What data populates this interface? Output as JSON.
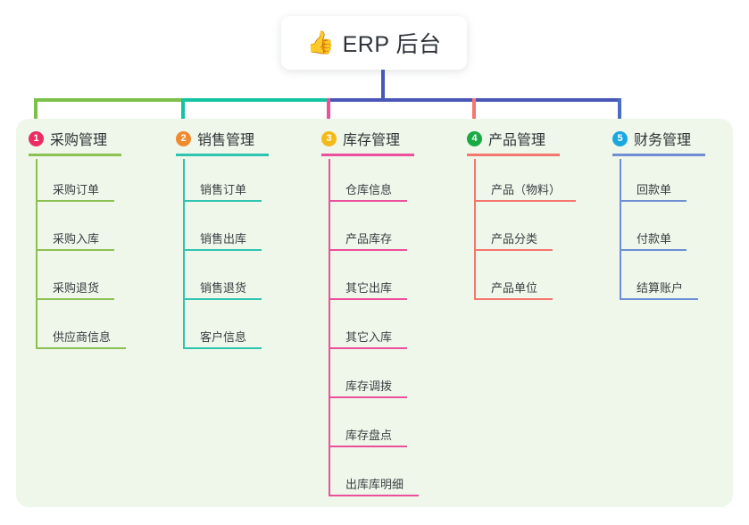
{
  "root": {
    "icon": "thumbs-up-emoji",
    "emoji": "👍",
    "title": "ERP 后台"
  },
  "theme": {
    "page_background": "#ffffff",
    "panel_background": "#eef7e9",
    "root_text": "#2d3238",
    "riser_color": "#4a57b8",
    "trunk_colors": [
      "#7cc04a",
      "#14c3a2",
      "#4a57b8"
    ],
    "drop_colors": [
      "#7cc04a",
      "#14c3a2",
      "#ec4f9b",
      "#f4766e",
      "#4a6cc4"
    ]
  },
  "columns": [
    {
      "index": "1",
      "title": "采购管理",
      "badge_color": "#ec2d62",
      "line_color": "#8cc152",
      "items": [
        "采购订单",
        "采购入库",
        "采购退货",
        "供应商信息"
      ]
    },
    {
      "index": "2",
      "title": "销售管理",
      "badge_color": "#f08a2e",
      "line_color": "#2ec4b0",
      "items": [
        "销售订单",
        "销售出库",
        "销售退货",
        "客户信息"
      ]
    },
    {
      "index": "3",
      "title": "库存管理",
      "badge_color": "#f5b919",
      "line_color": "#ec4f9b",
      "items": [
        "仓库信息",
        "产品库存",
        "其它出库",
        "其它入库",
        "库存调拨",
        "库存盘点",
        "出库库明细"
      ]
    },
    {
      "index": "4",
      "title": "产品管理",
      "badge_color": "#18ab45",
      "line_color": "#f4766e",
      "items": [
        "产品（物料）",
        "产品分类",
        "产品单位"
      ]
    },
    {
      "index": "5",
      "title": "财务管理",
      "badge_color": "#1aa7e0",
      "line_color": "#6e8fd6",
      "items": [
        "回款单",
        "付款单",
        "结算账户"
      ]
    }
  ]
}
